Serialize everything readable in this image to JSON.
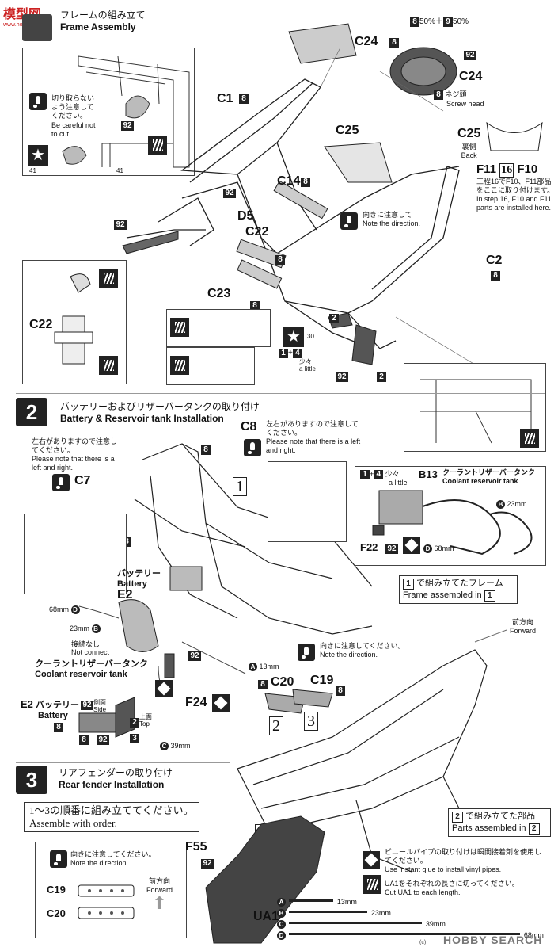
{
  "header": {
    "logo": "模型网",
    "logo_sub": "www.hobbysho.com"
  },
  "step1": {
    "title_ja": "フレームの組み立て",
    "title_en": "Frame Assembly",
    "inset_note": {
      "ja": "切り取らないよう注意してください。",
      "en": "Be careful not to cut."
    },
    "inset_codes": [
      "92",
      "41",
      "41"
    ],
    "parts": {
      "c24": "C24",
      "c24_paint": "8",
      "c24_mix": "50%＋",
      "c24_mix_a": "8",
      "c24_mix_b": "9",
      "c24_mix_pct": "50%",
      "c24_r": "C24",
      "c24_r_paint": "92",
      "screw_ja": "ネジ頭",
      "screw_en": "Screw head",
      "screw_paint": "8",
      "c1": "C1",
      "c1_paint": "8",
      "c25": "C25",
      "c25_back_label": "C25",
      "c25_back_ja": "裏側",
      "c25_back_en": "Back",
      "c14": "C14",
      "c14_paint": "8",
      "d5": "D5",
      "d5_paint": "92",
      "c22": "C22",
      "c22_paint": "8",
      "c23": "C23",
      "c23_paint": "8",
      "c2": "C2",
      "c2_paint": "8",
      "c22_panel": "C22",
      "mix_a": "1",
      "mix_plus": "+",
      "mix_b": "4",
      "little_ja": "少々",
      "little_en": "a little",
      "code_30": "30",
      "code_2": "2",
      "code_92": "92",
      "code_2b": "2",
      "code_92b": "92"
    },
    "f11": {
      "a": "F11",
      "n": "16",
      "b": "F10",
      "ja": "工程16でF10、F11部品をここに取り付けます。",
      "en": "In step 16, F10 and F11 parts are installed here."
    },
    "direction_note": {
      "ja": "向きに注意して",
      "en": "Note the direction."
    }
  },
  "step2": {
    "num": "2",
    "title_ja": "バッテリーおよびリザーバータンクの取り付け",
    "title_en": "Battery & Reservoir tank Installation",
    "lr_note_left": {
      "ja": "左右がありますので注意してください。",
      "en": "Please note that there is a left and right."
    },
    "lr_note_right": {
      "ja": "左右がありますので注意してください。",
      "en": "Please note that there is a left and right."
    },
    "c7": "C7",
    "c7_paint": "8",
    "c8": "C8",
    "c8_paint": "8",
    "frame_ref": "1",
    "battery_ja": "バッテリー",
    "battery_en": "Battery",
    "e2": "E2",
    "c68": "68mm",
    "c68_letter": "D",
    "c23": "23mm",
    "c23_letter": "B",
    "not_connect_ja": "接続なし",
    "not_connect_en": "Not connect",
    "coolant_ja": "クーラントリザーバータンク",
    "coolant_en": "Coolant reservoir tank",
    "f24": "F24",
    "f24_paint": "92",
    "a13": "13mm",
    "a13_letter": "A",
    "c39": "39mm",
    "c39_letter": "C",
    "frame_assembled_ja": "で組み立てたフレーム",
    "frame_assembled_en": "Frame assembled in",
    "frame_assembled_num": "1",
    "b13": {
      "mix_a": "1",
      "mix_b": "4",
      "little_ja": "少々",
      "little_en": "a little",
      "label": "B13",
      "ja": "クーラントリザーバータンク",
      "en": "Coolant reservoir tank",
      "b23": "23mm",
      "b_letter": "B",
      "d68": "68mm",
      "d_letter": "D",
      "f22": "F22",
      "f22_paint": "92"
    },
    "battery_detail": {
      "e2": "E2",
      "ja": "バッテリー",
      "en": "Battery",
      "side_ja": "側面",
      "side_en": "Side",
      "top_ja": "上面",
      "top_en": "Top",
      "codes": [
        "92",
        "8",
        "2",
        "3",
        "8",
        "92"
      ]
    }
  },
  "step3": {
    "num": "3",
    "title_ja": "リアフェンダーの取り付け",
    "title_en": "Rear fender Installation",
    "order_ja": "1〜3の順番に組み立ててください。",
    "order_en": "Assemble with order.",
    "direction_note": {
      "ja": "向きに注意してください。",
      "en": "Note the direction."
    },
    "c19": "C19",
    "c19_paint": "8",
    "c20": "C20",
    "c20_paint": "8",
    "order_marks": [
      "2",
      "3",
      "1"
    ],
    "forward_ja": "前方向",
    "forward_en": "Forward",
    "parts_assembled_ja": "で組み立てた部品",
    "parts_assembled_en": "Parts assembled in",
    "parts_assembled_num": "2",
    "f55": "F55",
    "f55_paint": "92",
    "vinyl": {
      "ja": "ビニールパイプの取り付けは瞬間接着剤を使用してください。",
      "en": "Use instant glue to install vinyl pipes."
    },
    "ua1": {
      "label": "UA1",
      "ja": "UA1をそれぞれの長さに切ってください。",
      "en": "Cut UA1 to each length.",
      "pipes": [
        {
          "letter": "A",
          "len": "13mm",
          "mm": 13
        },
        {
          "letter": "B",
          "len": "23mm",
          "mm": 23
        },
        {
          "letter": "C",
          "len": "39mm",
          "mm": 39
        },
        {
          "letter": "D",
          "len": "68mm",
          "mm": 68
        }
      ]
    },
    "inset": {
      "direction_ja": "向きに注意してください。",
      "direction_en": "Note the direction.",
      "forward_ja": "前方向",
      "forward_en": "Forward",
      "c19": "C19",
      "c20": "C20"
    }
  },
  "footer": {
    "watermark": "HOBBY SEARCH",
    "copyright": "(c)"
  }
}
